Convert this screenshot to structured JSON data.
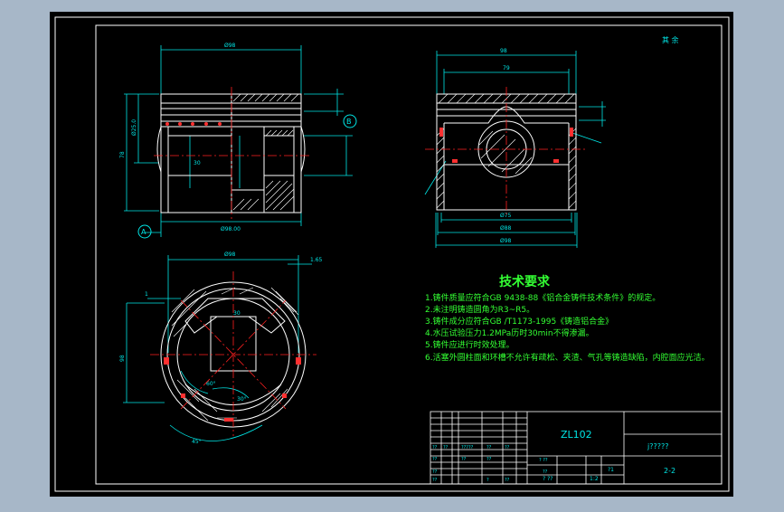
{
  "colors": {
    "window_bg": "#a7b7c8",
    "canvas": "#000000",
    "frame": "#ffffff",
    "dimension": "#00e6e6",
    "hatch": "#ffffff",
    "center_line": "#ff2020",
    "tech_text": "#33ff33",
    "title_text": "#00e6e6",
    "title_table": "#ffffff"
  },
  "sheet": {
    "corner_note": "其 余",
    "ref_a": "A",
    "ref_b": "B"
  },
  "dims": {
    "top_left_width": "Ø98",
    "left_height_1": "Ø25.0",
    "left_height_2": "78",
    "bottom_width": "Ø98.00",
    "mid_dim": "30",
    "right_top_width": "98",
    "right_inner_width": "79",
    "right_bottom_1": "Ø75",
    "right_bottom_2": "Ø88",
    "right_bottom_3": "Ø98",
    "bottom_view_width": "Ø98",
    "bottom_view_right": "1.65",
    "bottom_view_left": "1",
    "bottom_view_height": "98",
    "angle_1": "45°",
    "angle_2": "30°",
    "angle_3": "60°",
    "inner_span": "30"
  },
  "tech": {
    "title": "技术要求",
    "items": [
      "1.铸件质量应符合GB 9438-88《铝合金铸件技术条件》的规定。",
      "2.未注明铸造圆角为R3~R5。",
      "3.铸件成分应符合GB /T1173-1995《铸造铝合金》",
      "4.水压试验压力1.2MPa历时30min不得渗漏。",
      "5.铸件应进行时效处理。",
      "6.活塞外圆柱面和环槽不允许有疏松、夹渣、气孔等铸造缺陷，内腔面应光洁。"
    ]
  },
  "title_block": {
    "material": "ZL102",
    "name": "j?????",
    "code": "2-2",
    "row_a": [
      "??",
      "??",
      "?????",
      "??",
      "??"
    ],
    "row_b": [
      "??",
      "??",
      "??"
    ],
    "row_c": [
      "??",
      "??",
      "?",
      "??"
    ],
    "scale_label": "? ??",
    "scale_value": "1:2",
    "weight": "? ??",
    "qty": "?1",
    "sheet_info": "??"
  }
}
